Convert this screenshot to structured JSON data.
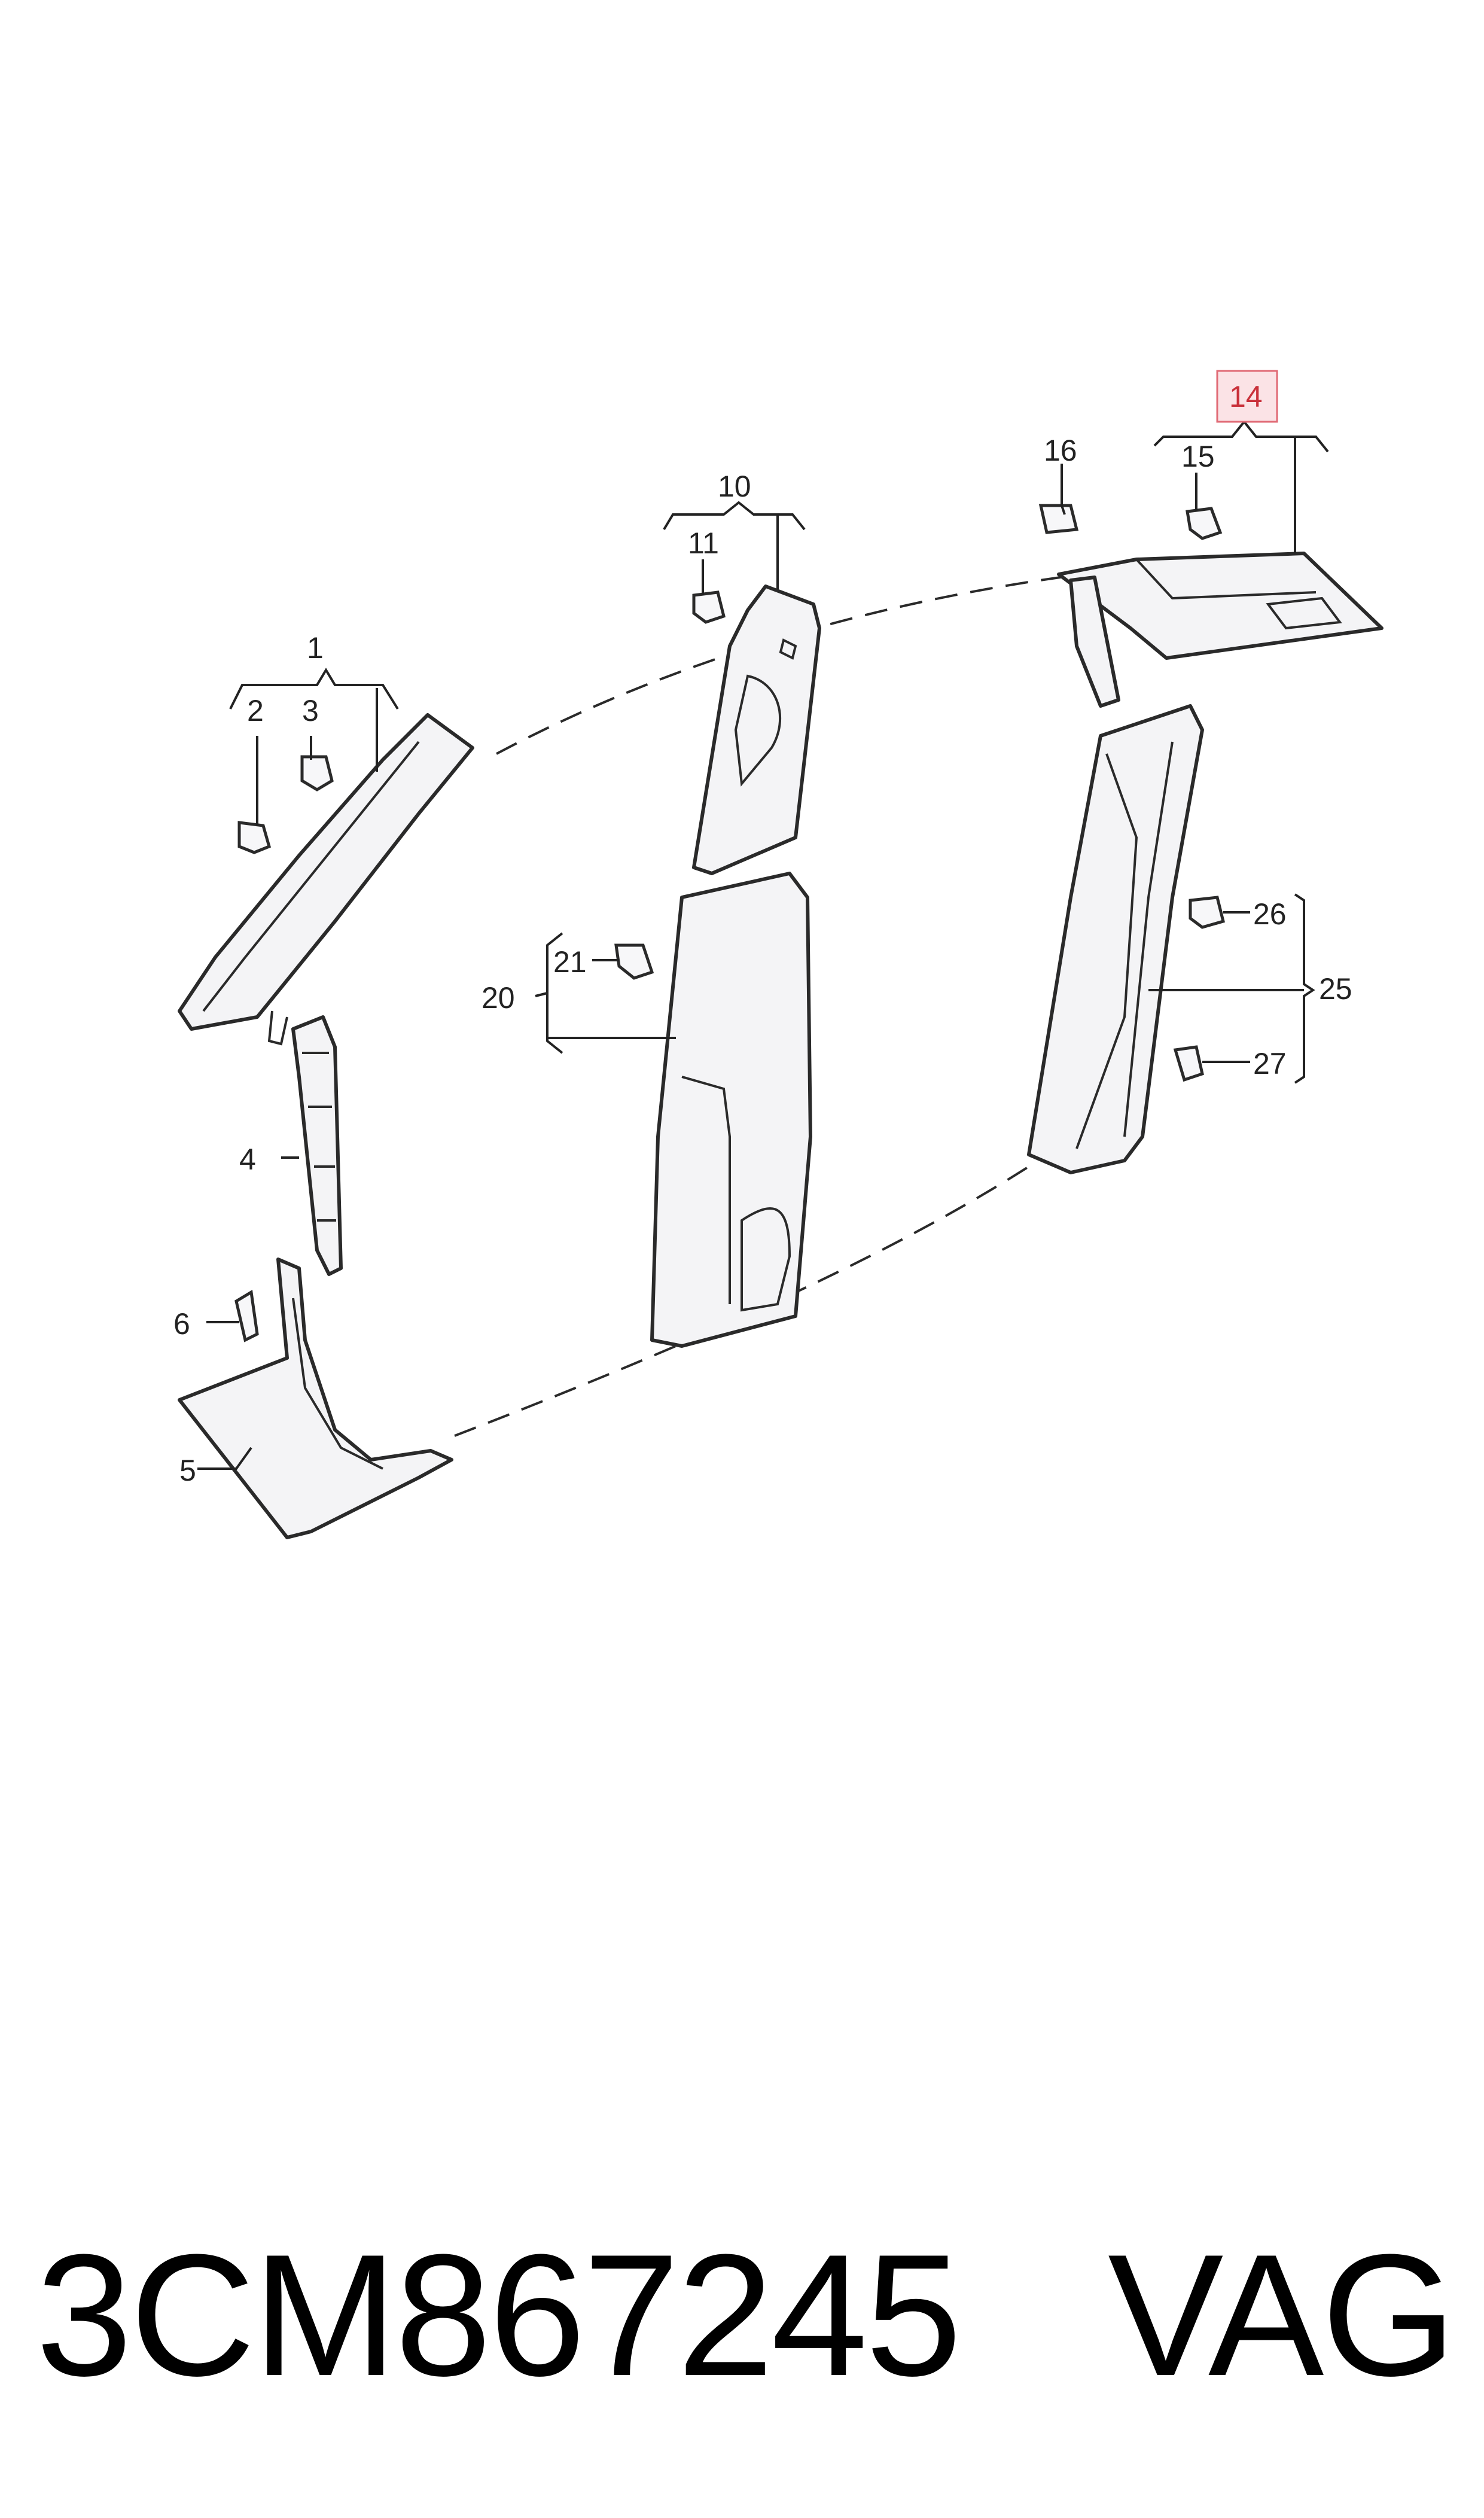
{
  "diagram": {
    "callouts": [
      {
        "id": "1",
        "label": "1"
      },
      {
        "id": "2",
        "label": "2"
      },
      {
        "id": "3",
        "label": "3"
      },
      {
        "id": "4",
        "label": "4"
      },
      {
        "id": "5",
        "label": "5"
      },
      {
        "id": "6",
        "label": "6"
      },
      {
        "id": "10",
        "label": "10"
      },
      {
        "id": "11",
        "label": "11"
      },
      {
        "id": "14",
        "label": "14",
        "highlighted": true
      },
      {
        "id": "15",
        "label": "15"
      },
      {
        "id": "16",
        "label": "16"
      },
      {
        "id": "20",
        "label": "20"
      },
      {
        "id": "21",
        "label": "21"
      },
      {
        "id": "25",
        "label": "25"
      },
      {
        "id": "26",
        "label": "26"
      },
      {
        "id": "27",
        "label": "27"
      }
    ],
    "highlight_color": "#e06a75"
  },
  "footer": {
    "part_number": "3CM867245",
    "brand": "VAG"
  }
}
